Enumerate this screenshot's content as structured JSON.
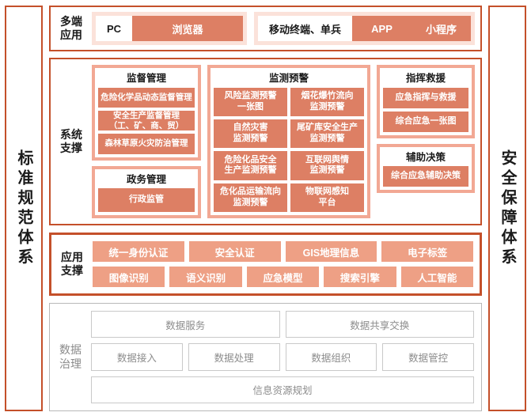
{
  "sidebars": {
    "left": "标准规范体系",
    "right": "安全保障体系"
  },
  "layers": {
    "multi_terminal": {
      "label": "多端\n应用",
      "groups": [
        {
          "plain": "PC",
          "chips": [
            "浏览器"
          ]
        },
        {
          "plain": "移动终端、单兵",
          "chips": [
            "APP",
            "小程序"
          ]
        }
      ]
    },
    "system_support": {
      "label": "系统\n支撑",
      "panels": {
        "supervise": {
          "title": "监督管理",
          "tiles": [
            "危险化学品动态监督管理",
            "安全生产监督管理\n（工、矿、商、贸）",
            "森林草原火灾防治管理"
          ]
        },
        "affairs": {
          "title": "政务管理",
          "tiles": [
            "行政监管"
          ]
        },
        "monitor": {
          "title": "监测预警",
          "tiles": [
            "风险监测预警\n一张图",
            "烟花爆竹流向\n监测预警",
            "自然灾害\n监测预警",
            "尾矿库安全生产\n监测预警",
            "危险化品安全\n生产监测预警",
            "互联网舆情\n监测预警",
            "危化品运输流向\n监测预警",
            "物联网感知\n平台"
          ]
        },
        "command": {
          "title": "指挥救援",
          "tiles": [
            "应急指挥与救援",
            "综合应急一张图"
          ]
        },
        "decision": {
          "title": "辅助决策",
          "tiles": [
            "综合应急辅助决策"
          ]
        }
      }
    },
    "application_support": {
      "label": "应用\n支撑",
      "rows": [
        [
          "统一身份认证",
          "安全认证",
          "GIS地理信息",
          "电子标签"
        ],
        [
          "图像识别",
          "语义识别",
          "应急模型",
          "搜索引擎",
          "人工智能"
        ]
      ]
    },
    "data_governance": {
      "label": "数据\n治理",
      "rows": [
        [
          "数据服务",
          "数据共享交换"
        ],
        [
          "数据接入",
          "数据处理",
          "数据组织",
          "数据管控"
        ],
        [
          "信息资源规划"
        ]
      ]
    }
  },
  "colors": {
    "border": "#c4502a",
    "tile": "#dd7f64",
    "panel": "#f2a894",
    "app_chip": "#eea085",
    "pink_group": "#fbe2da",
    "gray": "#c9c9c9"
  }
}
